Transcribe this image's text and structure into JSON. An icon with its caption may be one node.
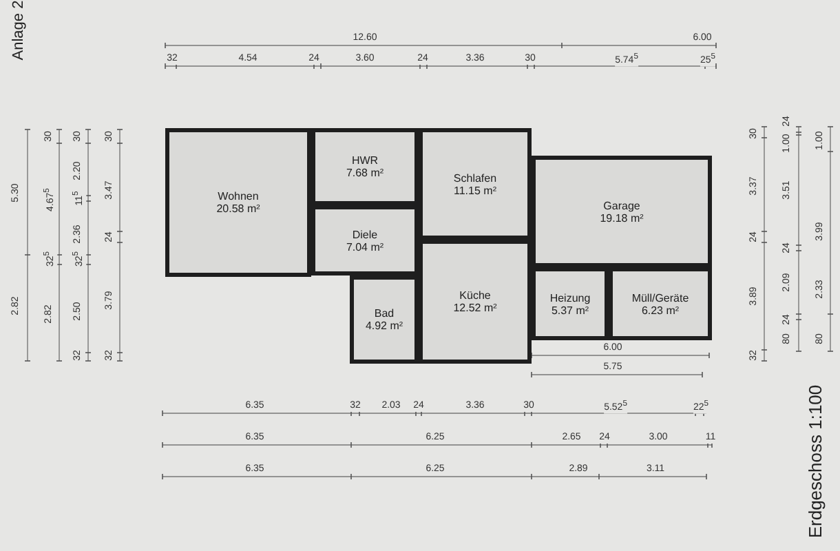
{
  "diagram": {
    "nodes": [
      {
        "text": [
          "Wohnen",
          "20.58 m²"
        ]
      },
      {
        "text": [
          "HWR",
          "7.68 m²"
        ]
      },
      {
        "text": [
          "Schlafen",
          "11.15 m²"
        ]
      },
      {
        "text": [
          "Diele",
          "7.04 m²"
        ]
      },
      {
        "text": [
          "Bad",
          "4.92 m²"
        ]
      },
      {
        "text": [
          "Küche",
          "12.52 m²"
        ]
      },
      {
        "text": [
          "Garage",
          "19.18 m²"
        ]
      },
      {
        "text": [
          "Heizung",
          "5.37 m²"
        ]
      },
      {
        "text": [
          "Müll/Geräte",
          "6.23 m²"
        ]
      }
    ],
    "labels": [
      "Anlage 2",
      "12.60",
      "6.00",
      "32",
      "4.54",
      "24",
      "3.60",
      "24",
      "3.36",
      "30",
      "5.74$^{5}$",
      "25$^{5}$",
      "5.30",
      "2.82",
      "30",
      "4.67$^{5}$",
      "32$^{5}$",
      "2.82",
      "30",
      "2.20",
      "11$^{5}$",
      "2.36",
      "32$^{5}$",
      "2.50",
      "32",
      "30",
      "3.47",
      "24",
      "3.79",
      "32",
      "30",
      "3.37",
      "24",
      "3.89",
      "32",
      "24",
      "1.00",
      "3.51",
      "24",
      "2.09",
      "24",
      "80",
      "1.00",
      "3.99",
      "2.33",
      "80",
      "6.00",
      "5.75",
      "6.35",
      "32",
      "2.03",
      "24",
      "3.36",
      "30",
      "5.52$^{5}$",
      "22$^{5}$",
      "6.35",
      "6.25",
      "2.65",
      "24",
      "3.00",
      "11",
      "6.35",
      "6.25",
      "2.89",
      "3.11",
      "Erdgeschoss 1:100"
    ]
  }
}
